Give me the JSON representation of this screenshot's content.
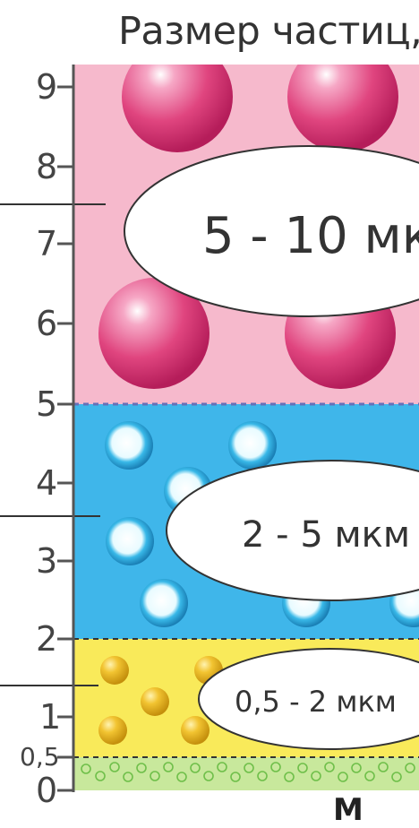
{
  "title": "Размер частиц,",
  "axis": {
    "ticks": [
      "0",
      "0,5",
      "1",
      "2",
      "3",
      "4",
      "5",
      "6",
      "7",
      "8",
      "9"
    ]
  },
  "bands": [
    {
      "name": "pink-band",
      "label": "5 - 10  мк",
      "color": "#f5b6c9",
      "sphere": "pink"
    },
    {
      "name": "blue-band",
      "label": "2 - 5 мкм",
      "color": "#40b7ea",
      "sphere": "blue"
    },
    {
      "name": "yellow-band",
      "label": "0,5 - 2 мкм",
      "color": "#f9ec55",
      "sphere": "yellow"
    },
    {
      "name": "green-band",
      "label": "",
      "color": "#c9e9a0",
      "sphere": "green"
    }
  ],
  "bottom_text": "М"
}
